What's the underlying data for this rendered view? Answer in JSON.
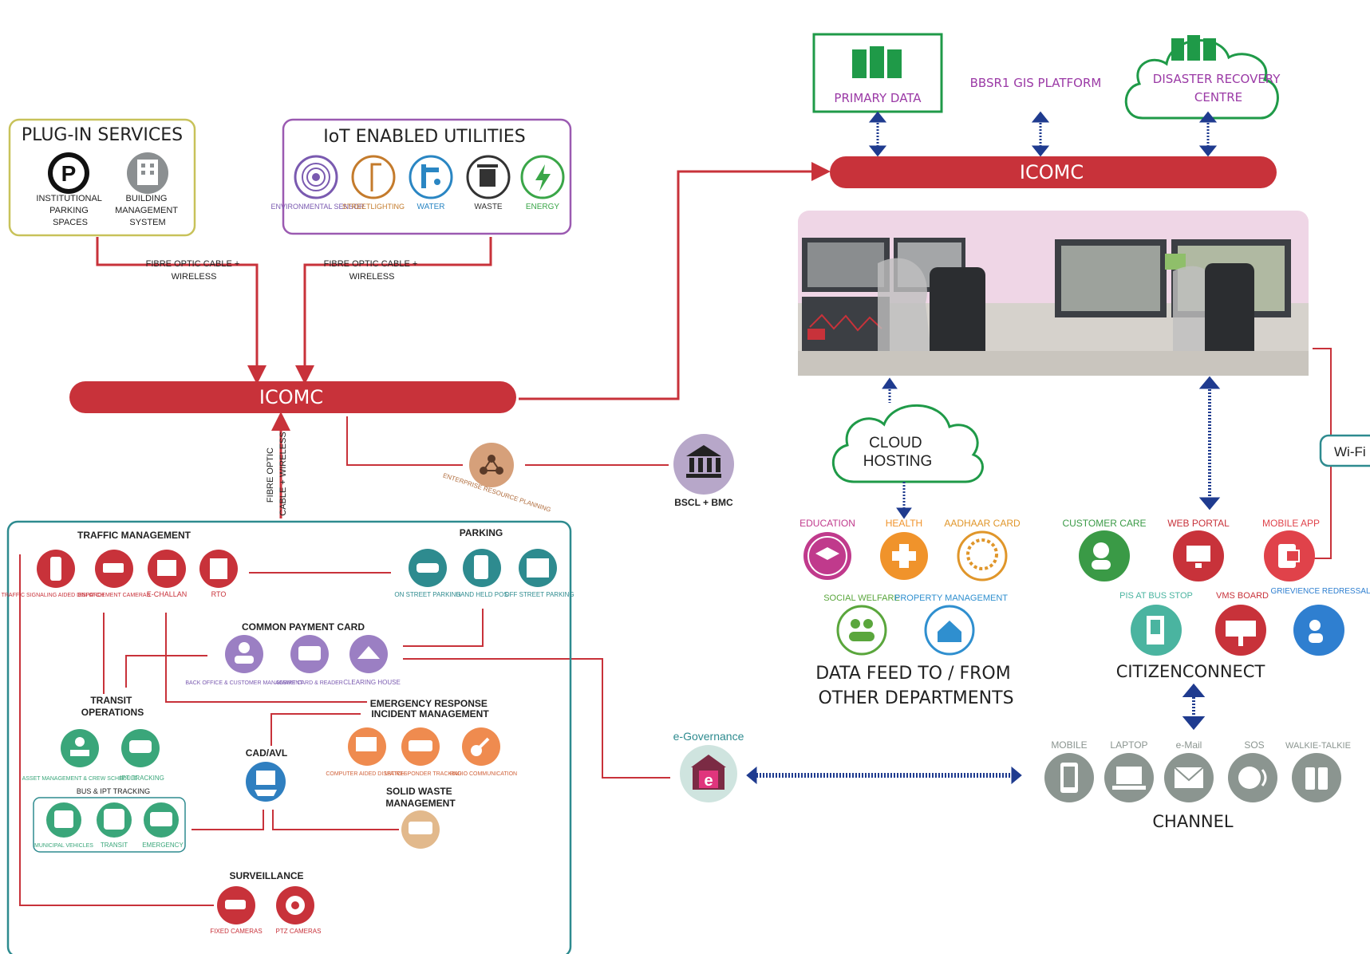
{
  "colors": {
    "red": "#c8323a",
    "teal": "#2e8b8f",
    "olive": "#c8c25a",
    "purple": "#9b5ab1",
    "green": "#1f9a48",
    "navy": "#1f3b8f",
    "grey": "#8b9590"
  },
  "plugin": {
    "title": "PLUG-IN SERVICES",
    "items": [
      {
        "label": [
          "INSTITUTIONAL",
          "PARKING",
          "SPACES"
        ],
        "icon": "parking-icon"
      },
      {
        "label": [
          "BUILDING",
          "MANAGEMENT",
          "SYSTEM"
        ],
        "icon": "building-icon"
      }
    ]
  },
  "iot": {
    "title": "IoT ENABLED UTILITIES",
    "items": [
      {
        "label": "ENVIRONMENTAL SENSOR",
        "icon": "sensor-icon",
        "color": "#7a5ab0"
      },
      {
        "label": "STREETLIGHTING",
        "icon": "streetlight-icon",
        "color": "#c47b2c"
      },
      {
        "label": "WATER",
        "icon": "water-tap-icon",
        "color": "#2a86c3"
      },
      {
        "label": "WASTE",
        "icon": "waste-bin-icon",
        "color": "#333333"
      },
      {
        "label": "ENERGY",
        "icon": "energy-plug-icon",
        "color": "#3aa648"
      }
    ]
  },
  "cables": {
    "left": [
      "FIBRE OPTIC CABLE +",
      "WIRELESS"
    ],
    "right": [
      "FIBRE OPTIC CABLE +",
      "WIRELESS"
    ],
    "vertical": [
      "FIBRE OPTIC",
      "CABLE + WIRELESS"
    ]
  },
  "icomc_main": "ICOMC",
  "icomc_top": "ICOMC",
  "top_platform": {
    "primary": "PRIMARY DATA",
    "gis": "BBSR1 GIS PLATFORM",
    "disaster": [
      "DISASTER RECOVERY",
      "CENTRE"
    ]
  },
  "erp": "ENTERPRISE RESOURCE PLANNING",
  "bscl": "BSCL + BMC",
  "cloud": [
    "CLOUD",
    "HOSTING"
  ],
  "departments": {
    "items": [
      {
        "label": "EDUCATION",
        "icon": "education-icon",
        "color": "#c03a8c"
      },
      {
        "label": "HEALTH",
        "icon": "health-icon",
        "color": "#f0932b"
      },
      {
        "label": "AADHAAR CARD",
        "icon": "aadhaar-icon",
        "color": "#e0962a"
      },
      {
        "label": "SOCIAL WELFARE",
        "icon": "social-welfare-icon",
        "color": "#5aa63c"
      },
      {
        "label": "PROPERTY MANAGEMENT",
        "icon": "property-icon",
        "color": "#2f8fcf"
      }
    ],
    "caption": [
      "DATA FEED TO / FROM",
      "OTHER DEPARTMENTS"
    ]
  },
  "citizen": {
    "items": [
      {
        "label": "CUSTOMER CARE",
        "icon": "customer-care-icon",
        "color": "#3a9a46"
      },
      {
        "label": "WEB PORTAL",
        "icon": "web-portal-icon",
        "color": "#c8323a"
      },
      {
        "label": "MOBILE APP",
        "icon": "mobile-app-icon",
        "color": "#e0424a"
      },
      {
        "label": "PIS AT BUS STOP",
        "icon": "bus-stop-icon",
        "color": "#4ab4a0"
      },
      {
        "label": "VMS BOARD",
        "icon": "vms-board-icon",
        "color": "#c8323a"
      },
      {
        "label": "GRIEVIENCE REDRESSAL",
        "icon": "grievance-icon",
        "color": "#2f7fd0"
      }
    ],
    "caption": "CITIZENCONNECT",
    "wifi": "Wi-Fi"
  },
  "channel": {
    "items": [
      {
        "label": "MOBILE",
        "icon": "mobile-phone-icon"
      },
      {
        "label": "LAPTOP",
        "icon": "laptop-icon"
      },
      {
        "label": "e-Mail",
        "icon": "email-icon"
      },
      {
        "label": "SOS",
        "icon": "sos-icon"
      },
      {
        "label": "WALKIE-TALKIE",
        "icon": "walkie-talkie-icon"
      }
    ],
    "caption": "CHANNEL"
  },
  "egov": "e-Governance",
  "traffic": {
    "title": "TRAFFIC MANAGEMENT",
    "items": [
      {
        "label": "TRAFFIC SIGNALING AIDED DISPATCH",
        "icon": "traffic-signal-icon"
      },
      {
        "label": "ENFORCEMENT CAMERAS",
        "icon": "enforcement-camera-icon"
      },
      {
        "label": "E-CHALLAN",
        "icon": "e-challan-icon"
      },
      {
        "label": "RTO",
        "icon": "rto-icon"
      }
    ]
  },
  "parking": {
    "title": "PARKING",
    "items": [
      {
        "label": "ON STREET PARKING",
        "icon": "on-street-parking-icon"
      },
      {
        "label": "HAND HELD POS",
        "icon": "pos-icon"
      },
      {
        "label": "OFF STREET PARKING",
        "icon": "off-street-parking-icon"
      }
    ]
  },
  "payment": {
    "title": "COMMON PAYMENT CARD",
    "items": [
      {
        "label": "BACK OFFICE & CUSTOMER MANAGEMENT",
        "icon": "back-office-icon"
      },
      {
        "label": "SMART CARD & READER",
        "icon": "smart-card-icon"
      },
      {
        "label": "CLEARING HOUSE",
        "icon": "clearing-house-icon"
      }
    ]
  },
  "transit": {
    "title": [
      "TRANSIT",
      "OPERATIONS"
    ],
    "items": [
      {
        "label": "ASSET MANAGEMENT & CREW SCHEDULE",
        "icon": "asset-management-icon"
      },
      {
        "label": "IPT TRACKING",
        "icon": "ipt-tracking-icon"
      }
    ]
  },
  "bus_tracking": {
    "title": "BUS & IPT TRACKING",
    "items": [
      {
        "label": "MUNICIPAL VEHICLES",
        "icon": "municipal-vehicle-icon"
      },
      {
        "label": "TRANSIT",
        "icon": "bus-icon"
      },
      {
        "label": "EMERGENCY",
        "icon": "ambulance-icon"
      }
    ]
  },
  "cad": {
    "title": "CAD/AVL",
    "icon": "cad-avl-icon"
  },
  "emergency": {
    "title": [
      "EMERGENCY RESPONSE",
      "INCIDENT MANAGEMENT"
    ],
    "items": [
      {
        "label": "COMPUTER AIDED DISPATCH",
        "icon": "dispatch-icon"
      },
      {
        "label": "1ST RESPONDER TRACKING",
        "icon": "responder-icon"
      },
      {
        "label": "RADIO COMMUNICATION",
        "icon": "radio-icon"
      }
    ]
  },
  "solid_waste": {
    "title": [
      "SOLID WASTE",
      "MANAGEMENT"
    ],
    "icon": "waste-truck-icon"
  },
  "surveillance": {
    "title": "SURVEILLANCE",
    "items": [
      {
        "label": "FIXED CAMERAS",
        "icon": "fixed-camera-icon"
      },
      {
        "label": "PTZ CAMERAS",
        "icon": "ptz-camera-icon"
      }
    ]
  }
}
